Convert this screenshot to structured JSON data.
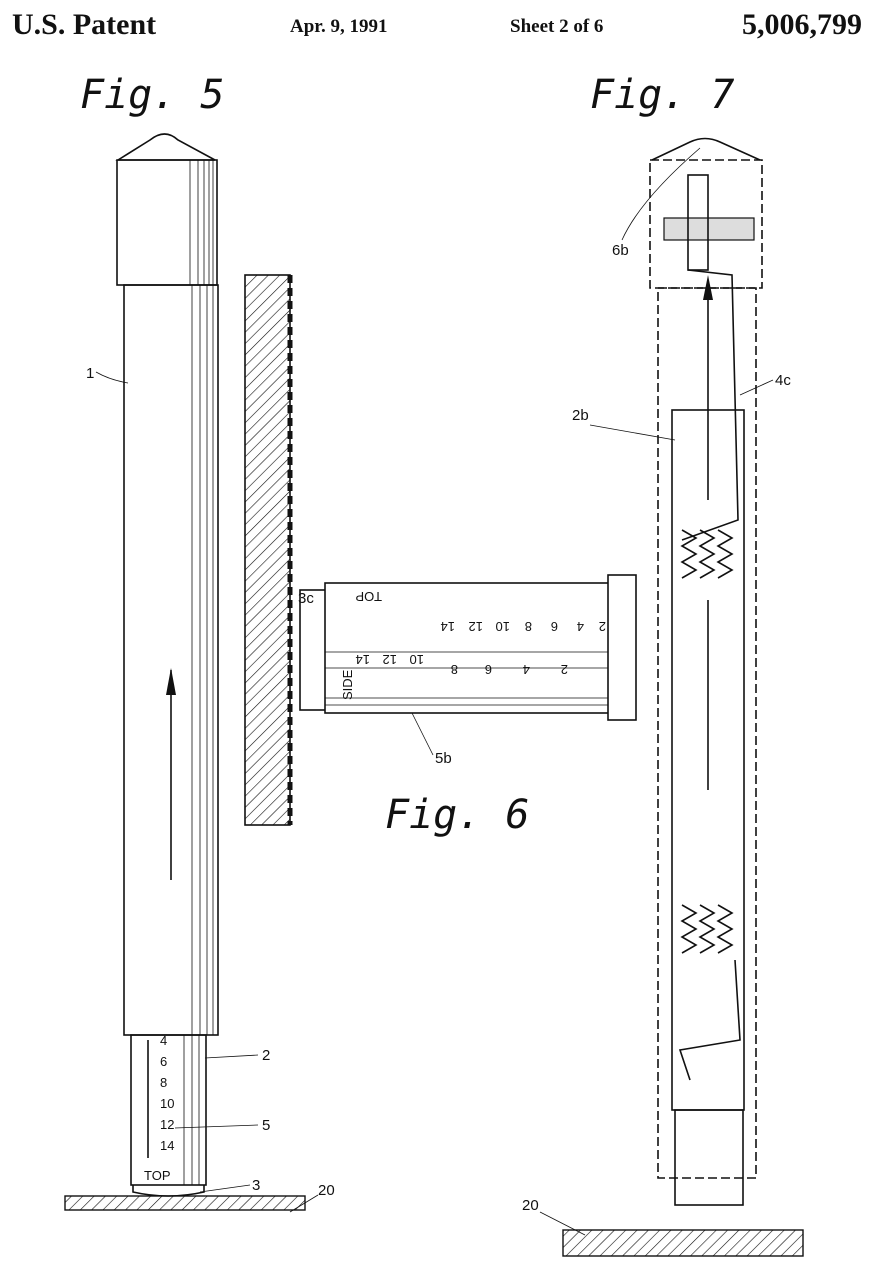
{
  "header": {
    "title": "U.S. Patent",
    "date": "Apr. 9, 1991",
    "sheet": "Sheet 2 of 6",
    "patent_number": "5,006,799"
  },
  "figures": {
    "fig5": {
      "label": "Fig. 5",
      "refs": {
        "body": "1",
        "tube": "2",
        "tip": "3",
        "scale": "5",
        "surface": "20"
      },
      "scale_numbers": [
        "4",
        "6",
        "8",
        "10",
        "12",
        "14"
      ],
      "scale_word": "TOP"
    },
    "fig6": {
      "label": "Fig. 6",
      "refs": {
        "contact": "3c",
        "scale": "5b"
      },
      "top_word": "TOP",
      "top_numbers": [
        "14",
        "12",
        "10",
        "8",
        "6",
        "4",
        "2"
      ],
      "side_word": "SIDE",
      "side_numbers": [
        "14",
        "12",
        "10",
        "8",
        "6",
        "4",
        "2"
      ]
    },
    "fig7": {
      "label": "Fig. 7",
      "refs": {
        "cap": "6b",
        "inner": "2b",
        "wire": "4c",
        "surface": "20"
      }
    }
  }
}
